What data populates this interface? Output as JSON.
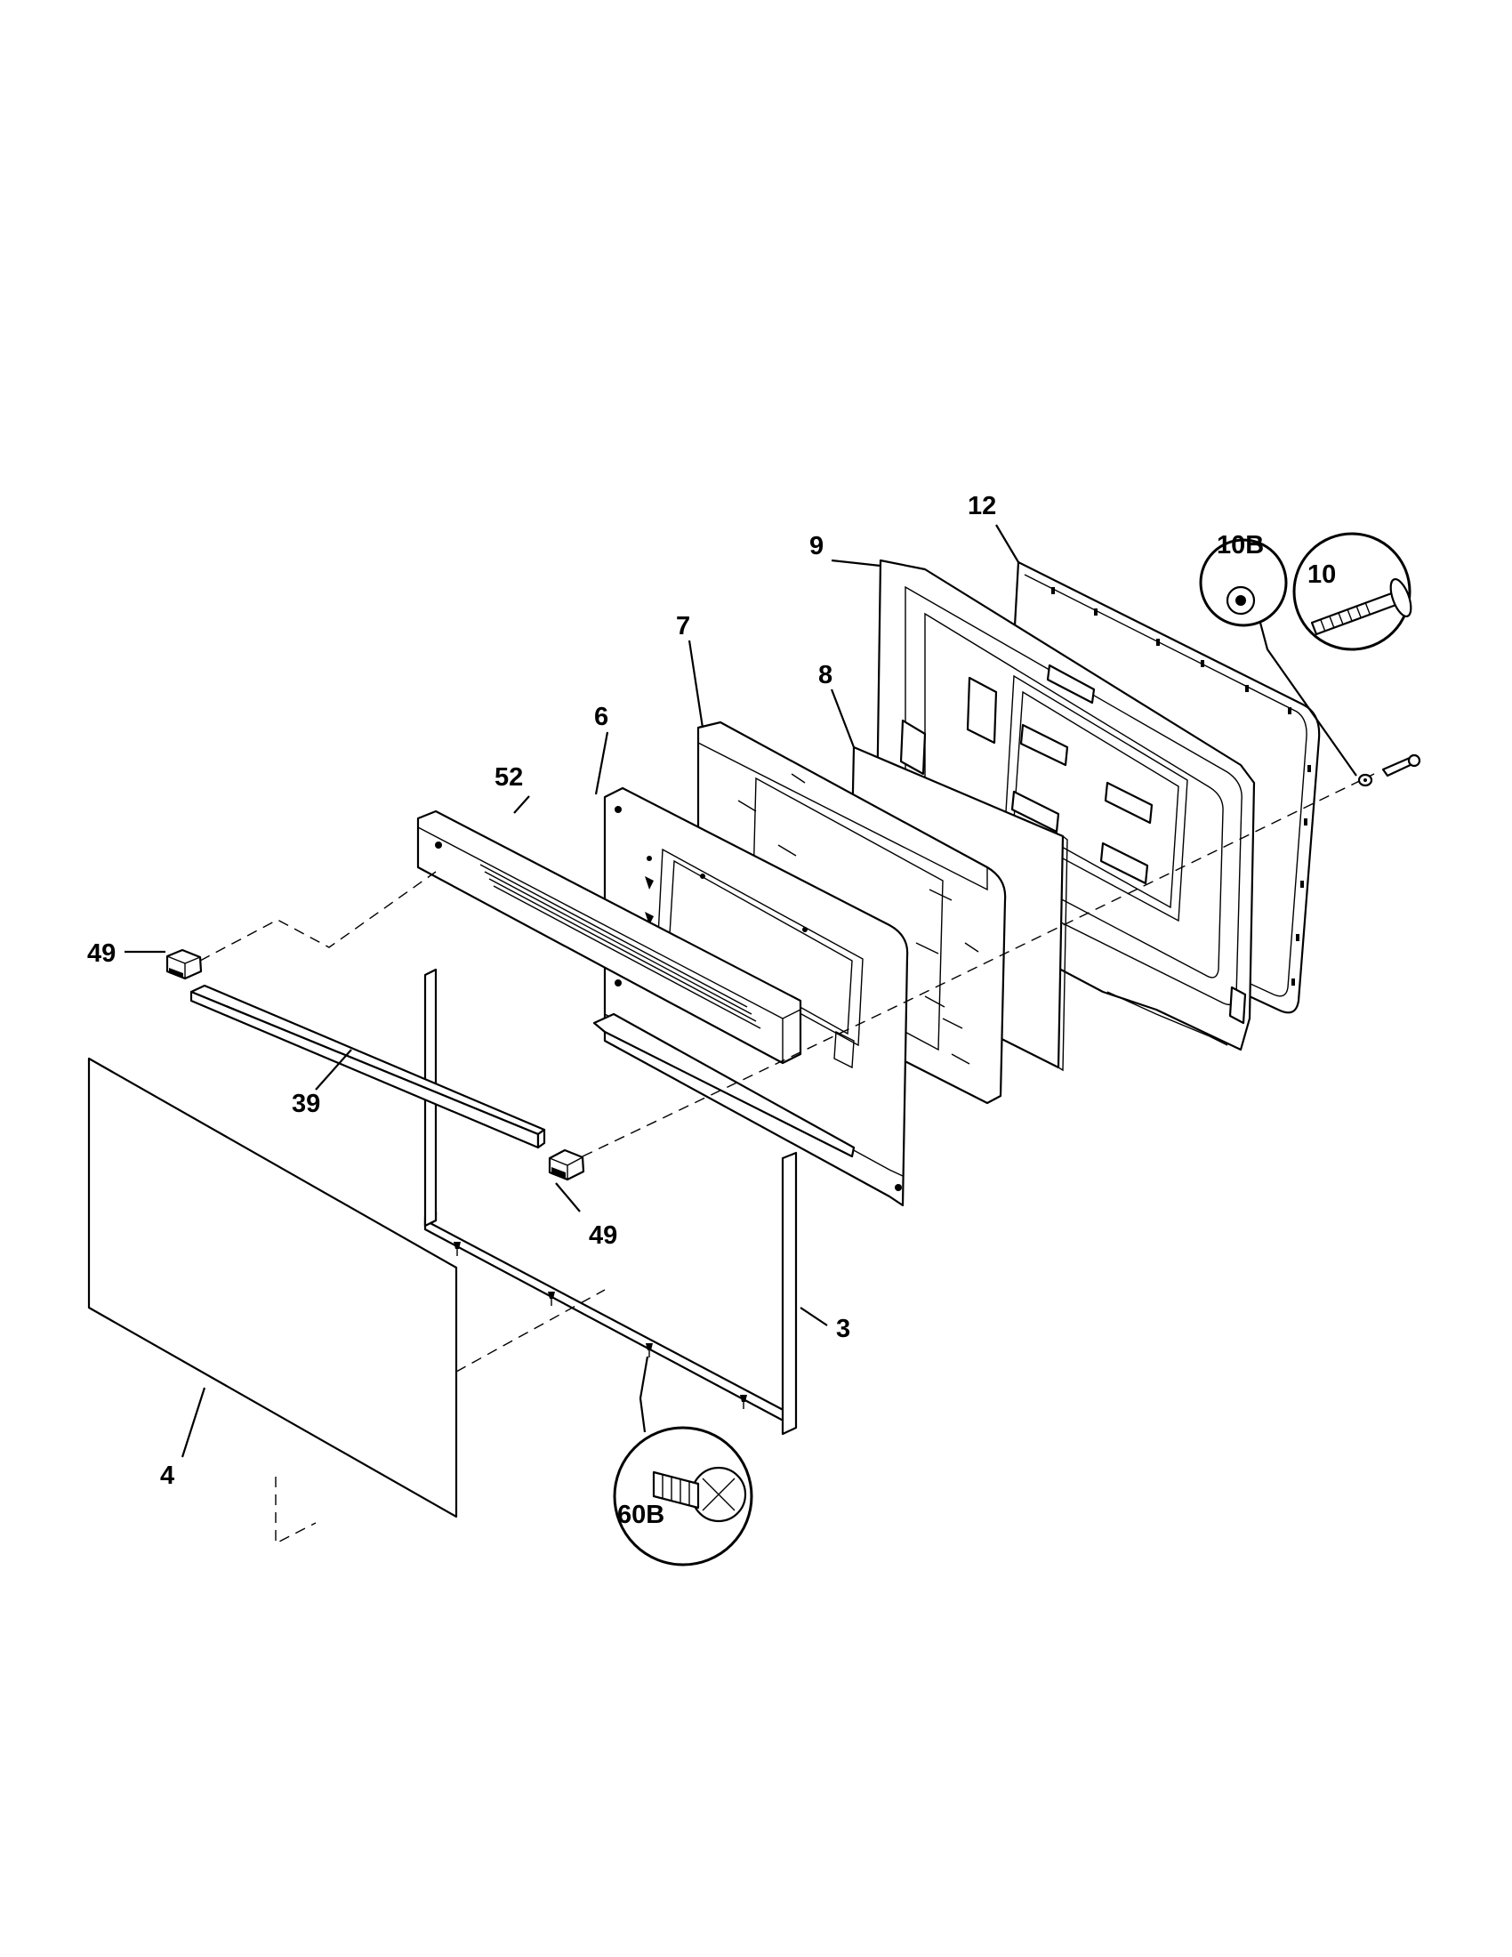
{
  "diagram": {
    "labels": {
      "p3": "3",
      "p4": "4",
      "p6": "6",
      "p7": "7",
      "p8": "8",
      "p9": "9",
      "p10": "10",
      "p10b": "10B",
      "p12": "12",
      "p39": "39",
      "p49a": "49",
      "p49b": "49",
      "p52": "52",
      "p60b": "60B"
    },
    "icons": [
      "screw-icon",
      "bolt-icon",
      "washer-icon"
    ],
    "colors": {
      "ink": "#000000",
      "paper": "#ffffff"
    }
  }
}
